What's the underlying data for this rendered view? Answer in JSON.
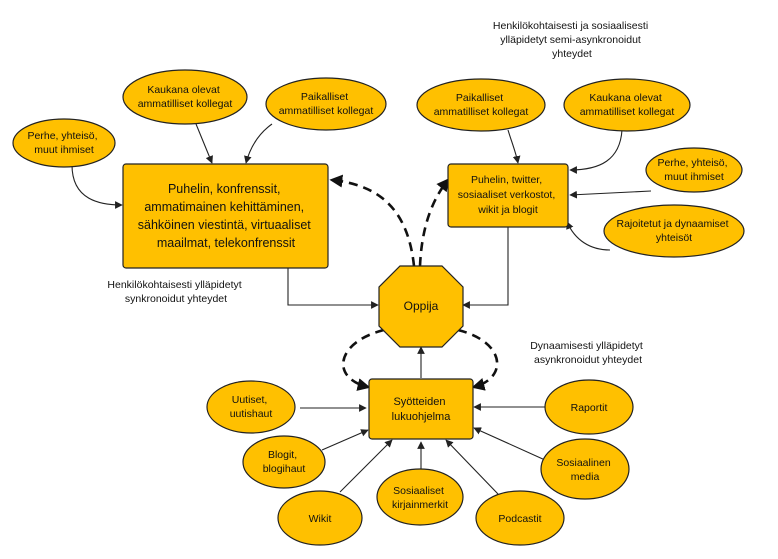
{
  "colors": {
    "node_fill": "#FFC000",
    "stroke": "#222222",
    "text": "#111111",
    "background": "#FFFFFF"
  },
  "center": {
    "label": "Oppija"
  },
  "boxes": {
    "sync_hub": {
      "lines": [
        "Puhelin, konfrenssit,",
        "ammatimainen kehittäminen,",
        "sähköinen viestintä, virtuaaliset",
        "maailmat, telekonfrenssit"
      ]
    },
    "semi_hub": {
      "lines": [
        "Puhelin, twitter,",
        "sosiaaliset verkostot,",
        "wikit ja blogit"
      ]
    },
    "async_hub": {
      "lines": [
        "Syötteiden",
        "lukuohjelma"
      ]
    }
  },
  "sync_nodes": {
    "n1": {
      "lines": [
        "Kaukana olevat",
        "ammatilliset kollegat"
      ]
    },
    "n2": {
      "lines": [
        "Paikalliset",
        "ammatilliset kollegat"
      ]
    },
    "n3": {
      "lines": [
        "Perhe, yhteisö,",
        "muut ihmiset"
      ]
    }
  },
  "semi_nodes": {
    "n1": {
      "lines": [
        "Paikalliset",
        "ammatilliset kollegat"
      ]
    },
    "n2": {
      "lines": [
        "Kaukana olevat",
        "ammatilliset kollegat"
      ]
    },
    "n3": {
      "lines": [
        "Perhe, yhteisö,",
        "muut ihmiset"
      ]
    },
    "n4": {
      "lines": [
        "Rajoitetut ja dynaamiset",
        "yhteisöt"
      ]
    }
  },
  "async_nodes": {
    "n1": {
      "lines": [
        "Uutiset,",
        "uutishaut"
      ]
    },
    "n2": {
      "lines": [
        "Blogit,",
        "blogihaut"
      ]
    },
    "n3": {
      "lines": [
        "Wikit"
      ]
    },
    "n4": {
      "lines": [
        "Sosiaaliset",
        "kirjainmerkit"
      ]
    },
    "n5": {
      "lines": [
        "Podcastit"
      ]
    },
    "n6": {
      "lines": [
        "Sosiaalinen",
        "media"
      ]
    },
    "n7": {
      "lines": [
        "Raportit"
      ]
    }
  },
  "captions": {
    "sync": {
      "lines": [
        "Henkilökohtaisesti ylläpidetyt",
        "synkronoidut yhteydet"
      ]
    },
    "semi": {
      "lines": [
        "Henkilökohtaisesti ja sosiaalisesti",
        "ylläpidetyt semi-asynkronoidut",
        "yhteydet"
      ]
    },
    "async": {
      "lines": [
        "Dynaamisesti ylläpidetyt",
        "asynkronoidut yhteydet"
      ]
    }
  }
}
